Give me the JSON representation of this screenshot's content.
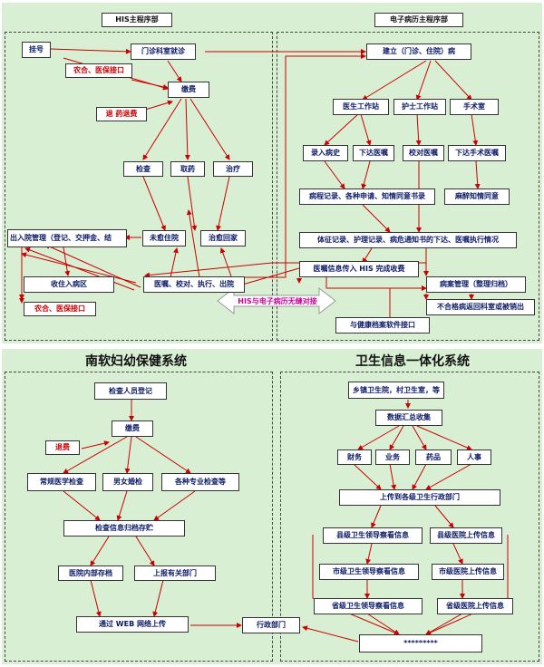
{
  "his": {
    "title": "HIS主程序部",
    "guahao": "挂号",
    "menzhen": "门诊科室就诊",
    "nonghe1": "农合、医保接口",
    "jiaofei": "缴费",
    "tuiyao": "退 药退费",
    "jiancha": "检查",
    "quyao": "取药",
    "zhiliao": "治疗",
    "churuyuan": "出入院管理（登记、交押金、结",
    "weiyu": "未愈住院",
    "zhiyu": "治愈回家",
    "shouzhu": "收住入病区",
    "yizhu": "医嘱、校对、执行、出院",
    "nonghe2": "农合、医保接口",
    "link": "HIS与电子病历无缝对接"
  },
  "emr": {
    "title": "电子病历主程序部",
    "jianli": "建立（门诊、住院）病",
    "yisheng": "医生工作站",
    "hushi": "护士工作站",
    "shoushu": "手术室",
    "luru": "录入病史",
    "xiada": "下达医嘱",
    "jiaodui": "校对医嘱",
    "xiadashoushu": "下达手术医嘱",
    "bingcheng": "病程记录、各种申请、知情同意书录",
    "mazui": "麻醉知情同意",
    "tizheng": "体征记录、护理记录、病危通知书的下达、医嘱执行情况",
    "chuanru": "医嘱信息传入 HIS 完成收费",
    "bingan": "病案管理（整理归档）",
    "buhege": "不合格病返回科室或被销出",
    "jiankang": "与健康档案软件接口"
  },
  "fuyou": {
    "title": "南软妇幼保健系统",
    "dengji": "检查人员登记",
    "jiaofei": "缴费",
    "tuifei": "退费",
    "changgui": "常规医学检查",
    "hunjian": "男女婚检",
    "zhuanye": "各种专业检查等",
    "guidang": "检查信息归档存贮",
    "neibu": "医院内部存档",
    "shangbao": "上报有关部门",
    "web": "通过 WEB 网络上传",
    "xingzheng": "行政部门"
  },
  "weisheng": {
    "title": "卫生信息一体化系统",
    "xiangzhen": "乡镇卫生院，村卫生室，等",
    "huizong": "数据汇总收集",
    "caiwu": "财务",
    "yewu": "业务",
    "yaopin": "药品",
    "renshi": "人事",
    "shangchuan": "上传到各级卫生行政部门",
    "xianling": "县级卫生领导察看信息",
    "xianyuan": "县级医院上传信息",
    "shiling": "市级卫生领导察看信息",
    "shiyuan": "市级医院上传信息",
    "shengling": "省级卫生领导察看信息",
    "shengyuan": "省级医院上传信息",
    "stars": "*********"
  },
  "colors": {
    "panel": "#d9efd4",
    "arrow": "#cc0000",
    "text": "#0b1a66",
    "link": "#cc0099"
  }
}
